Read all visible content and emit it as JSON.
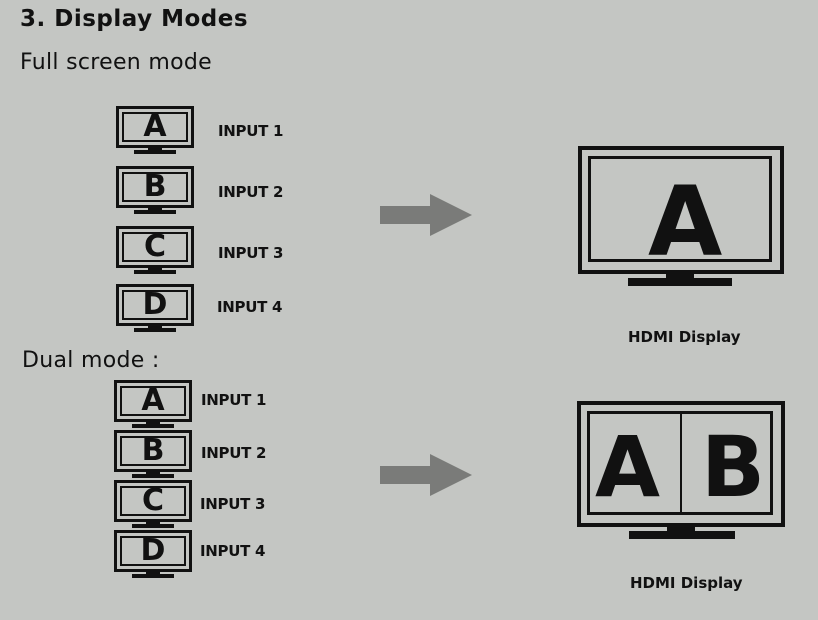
{
  "heading": "3. Display Modes",
  "full": {
    "title": "Full screen mode",
    "inputs": [
      {
        "letter": "A",
        "label": "INPUT 1"
      },
      {
        "letter": "B",
        "label": "INPUT 2"
      },
      {
        "letter": "C",
        "label": "INPUT 3"
      },
      {
        "letter": "D",
        "label": "INPUT 4"
      }
    ],
    "display_letter": "A",
    "caption": "HDMI Display"
  },
  "dual": {
    "title": "Dual mode :",
    "inputs": [
      {
        "letter": "A",
        "label": "INPUT 1"
      },
      {
        "letter": "B",
        "label": "INPUT 2"
      },
      {
        "letter": "C",
        "label": "INPUT 3"
      },
      {
        "letter": "D",
        "label": "INPUT 4"
      }
    ],
    "display_letters": [
      "A",
      "B"
    ],
    "caption": "HDMI Display"
  },
  "icons": {
    "arrow": "right-arrow-icon",
    "monitor": "monitor-icon"
  },
  "colors": {
    "background": "#c4c6c3",
    "ink": "#111111",
    "arrow": "#7a7b79"
  }
}
